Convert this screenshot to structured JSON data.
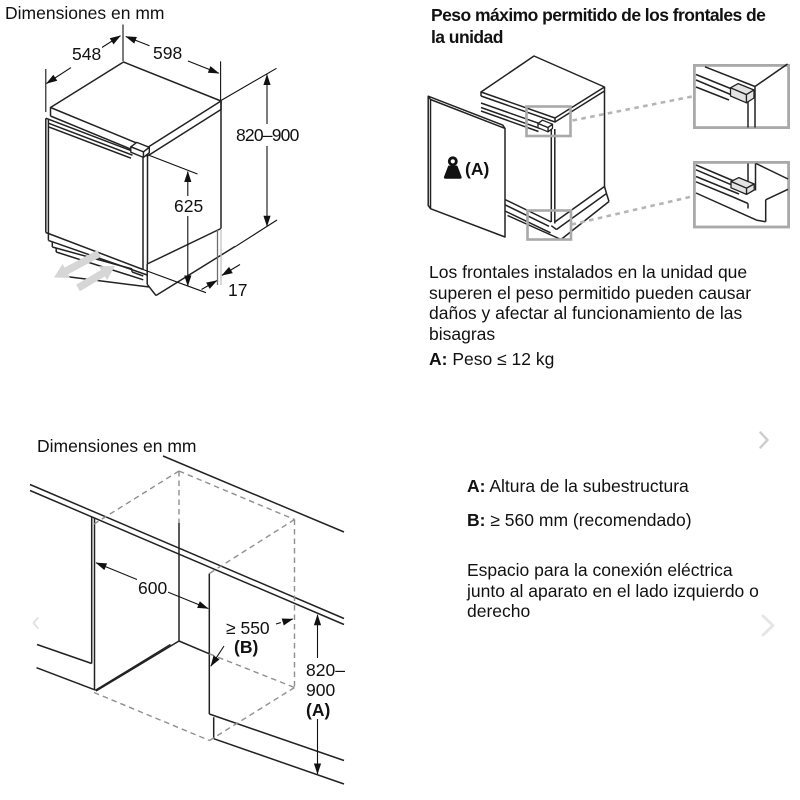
{
  "colors": {
    "line": "#222222",
    "thin_line": "#3c3c3c",
    "zoom_box": "#a9a9a9",
    "dash_leader": "#b5b5b5",
    "block_arrow": "#d6d6d6",
    "hinge_fill": "#e3e3e3",
    "ext_dark": "#6e6e6e",
    "ext_light": "#c3c3c3",
    "chevron": "#cbcbcb",
    "chevron_faint": "#e2e2e2",
    "text": "#111111"
  },
  "fig_appliance_dims": {
    "title": "Dimensiones en mm",
    "depth_mm": "548",
    "width_mm": "598",
    "height_range_mm": "820–900",
    "door_height_mm": "625",
    "plinth_recess_mm": "17"
  },
  "fig_front_weight": {
    "heading_line1": "Peso máximo permitido de los frontales de",
    "heading_line2": "la unidad",
    "panel_label": "(A)",
    "weight_icon": "kettlebell-weight-icon",
    "body_line1": "Los frontales instalados en la unidad que",
    "body_line2": "superen el peso permitido pueden causar",
    "body_line3": "daños y afectar al funcionamiento de las",
    "body_line4": "bisagras",
    "note_prefix": "A:",
    "note_text": "Peso ≤ 12 kg"
  },
  "fig_niche_dims": {
    "title": "Dimensiones en mm",
    "niche_width_mm": "600",
    "niche_depth_mm": "≥ 550",
    "niche_depth_key": "(B)",
    "niche_height_line1": "820–",
    "niche_height_line2": "900",
    "niche_height_key": "(A)"
  },
  "legend": {
    "item_a_prefix": "A:",
    "item_a_text": "Altura de la subestructura",
    "item_b_prefix": "B:",
    "item_b_text": "≥ 560 mm (recomendado)",
    "para_line1": "Espacio para la conexión eléctrica",
    "para_line2": "junto al aparato en el lado izquierdo o",
    "para_line3": "derecho"
  },
  "carousel": {
    "prev_icon": "chevron-left",
    "next_icon": "chevron-right"
  }
}
